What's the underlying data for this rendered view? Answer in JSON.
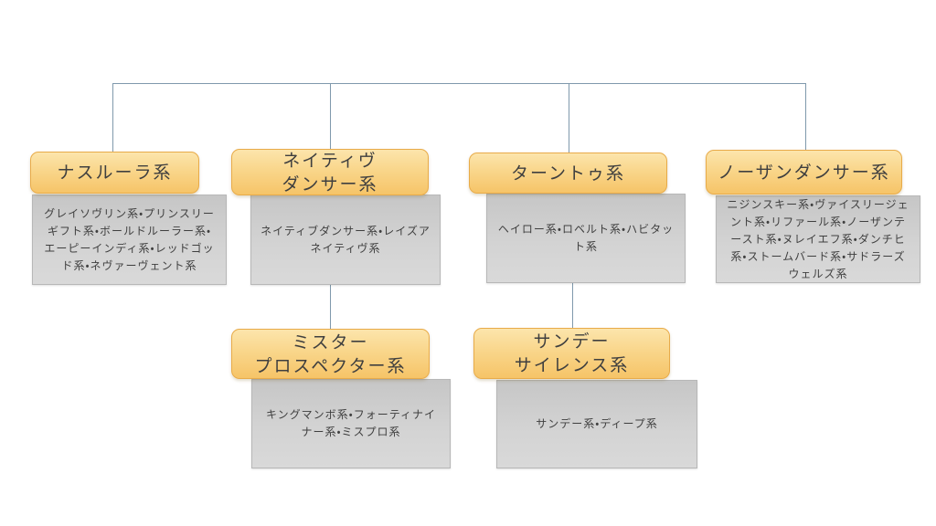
{
  "diagram": {
    "type": "hierarchy-tree",
    "background_color": "#ffffff",
    "connector_color": "#7f99ac",
    "title_box_fill_top": "#fce5ac",
    "title_box_fill_bottom": "#f6c468",
    "title_box_border": "#e8ab49",
    "detail_box_fill_top": "#c6c6c6",
    "detail_box_fill_bottom": "#d9d9d9",
    "text_color": "#3f3f3f",
    "nodes": [
      {
        "id": "nasrullah",
        "title": "ナスルーラ系",
        "detail": "グレイソヴリン系・プリンスリーギフト系・ボールドルーラー系・エーピーインディ系・レッドゴッド系・ネヴァーヴェント系",
        "parent": "root"
      },
      {
        "id": "native-dancer",
        "title": "ネイティヴ\nダンサー系",
        "detail": "ネイティブダンサー系・レイズアネイティヴ系",
        "parent": "root"
      },
      {
        "id": "turn-to",
        "title": "ターントゥ系",
        "detail": "ヘイロー系・ロベルト系・ハビタット系",
        "parent": "root"
      },
      {
        "id": "northern-dancer",
        "title": "ノーザンダンサー系",
        "detail": "ニジンスキー系・ヴァイスリージェント系・リファール系・ノーザンテースト系・ヌレイエフ系・ダンチヒ系・ストームバード系・サドラーズウェルズ系",
        "parent": "root"
      },
      {
        "id": "mr-prospector",
        "title": "ミスター\nプロスペクター系",
        "detail": "キングマンボ系・フォーティナイナー系・ミスプロ系",
        "parent": "native-dancer"
      },
      {
        "id": "sunday-silence",
        "title": "サンデー\nサイレンス系",
        "detail": "サンデー系・ディープ系",
        "parent": "turn-to"
      }
    ]
  }
}
